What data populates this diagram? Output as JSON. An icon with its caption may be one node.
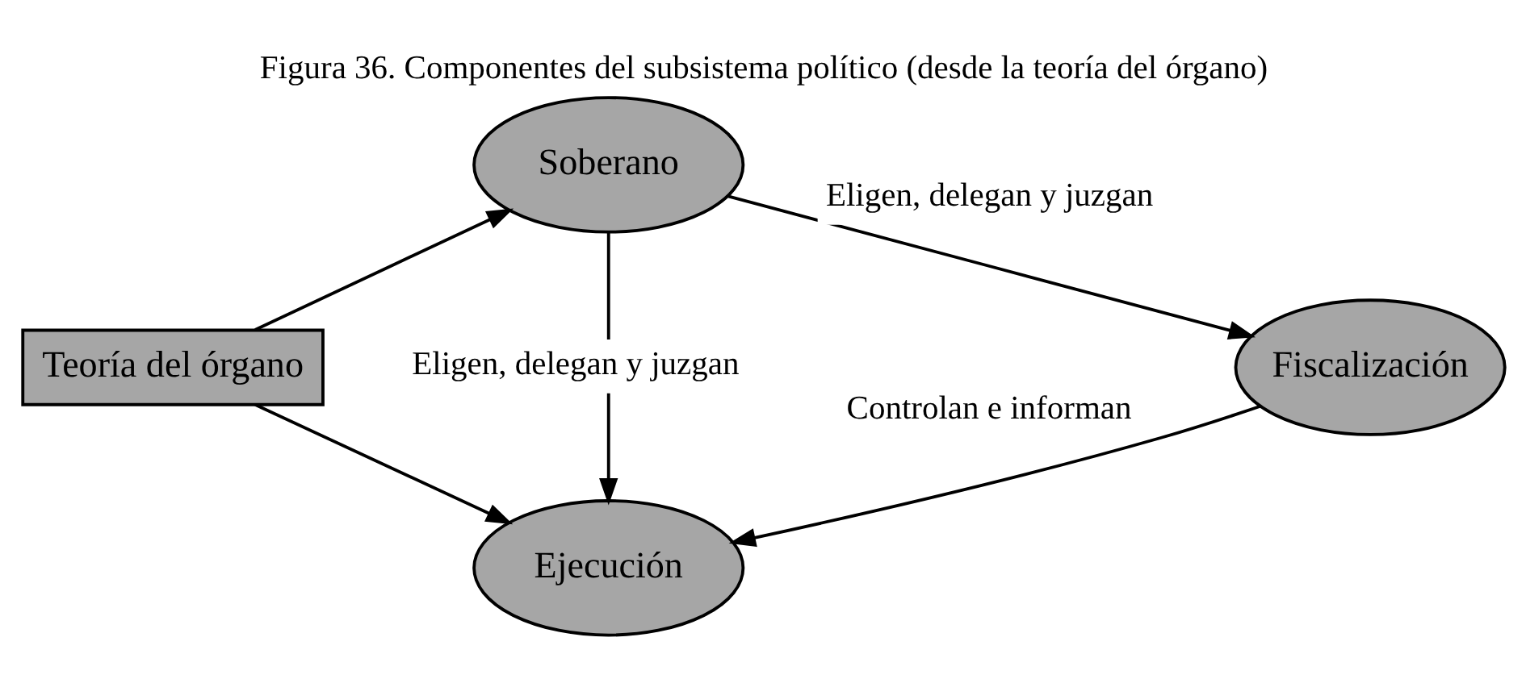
{
  "diagram": {
    "title": "Figura 36. Componentes del subsistema político (desde la teoría del órgano)",
    "nodes": [
      {
        "text": [
          "Teoría del órgano"
        ]
      },
      {
        "text": [
          "Soberano"
        ]
      },
      {
        "text": [
          "Fiscalización"
        ]
      },
      {
        "text": [
          "Ejecución"
        ]
      }
    ],
    "edges": [
      {
        "from": 0,
        "to": 1,
        "arrow": "to"
      },
      {
        "from": 0,
        "to": 3,
        "arrow": "to"
      },
      {
        "from": 1,
        "to": 2,
        "arrow": "to",
        "label": "Eligen, delegan y juzgan"
      },
      {
        "from": 1,
        "to": 3,
        "arrow": "to",
        "label": "Eligen, delegan y juzgan"
      },
      {
        "from": 2,
        "to": 3,
        "arrow": "to",
        "label": "Controlan e informan"
      }
    ]
  }
}
